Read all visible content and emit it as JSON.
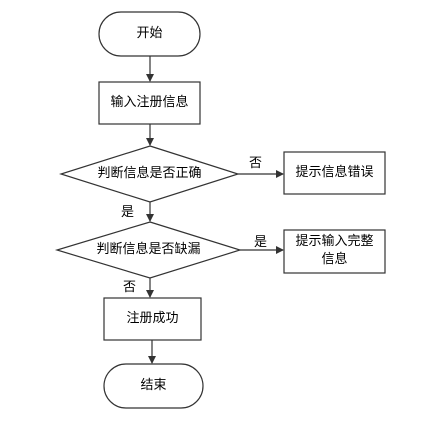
{
  "nodes": {
    "start": "开始",
    "input": "输入注册信息",
    "decision1": "判断信息是否正确",
    "error": "提示信息错误",
    "decision2": "判断信息是否缺漏",
    "prompt_line1": "提示输入完整",
    "prompt_line2": "信息",
    "success": "注册成功",
    "end": "结束"
  },
  "edges": {
    "d1_no": "否",
    "d1_yes": "是",
    "d2_yes": "是",
    "d2_no": "否"
  }
}
